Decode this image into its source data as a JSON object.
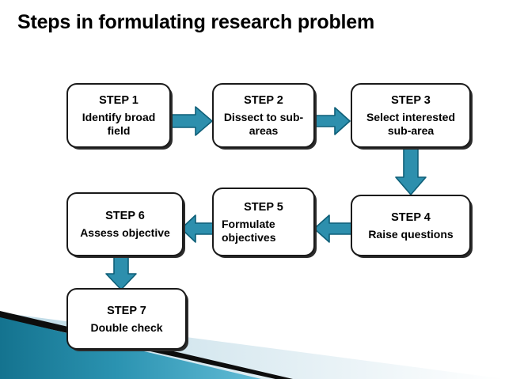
{
  "slide": {
    "title": "Steps in formulating research problem",
    "background_color": "#ffffff",
    "accent_color": "#2d8fad",
    "accent_dark_color": "#1a7794",
    "accent_light_color": "#cfe4ec",
    "text_color": "#000000"
  },
  "flow": {
    "nodes": [
      {
        "id": "step1",
        "step": "STEP 1",
        "text": "Identify broad field"
      },
      {
        "id": "step2",
        "step": "STEP 2",
        "text": "Dissect to sub-areas"
      },
      {
        "id": "step3",
        "step": "STEP 3",
        "text": "Select interested sub-area"
      },
      {
        "id": "step4",
        "step": "STEP 4",
        "text": "Raise questions"
      },
      {
        "id": "step5",
        "step": "STEP 5",
        "text": "Formulate objectives"
      },
      {
        "id": "step6",
        "step": "STEP 6",
        "text": "Assess objective"
      },
      {
        "id": "step7",
        "step": "STEP 7",
        "text": "Double check"
      }
    ],
    "connectors": [
      {
        "from": "step1",
        "to": "step2",
        "direction": "right"
      },
      {
        "from": "step2",
        "to": "step3",
        "direction": "right"
      },
      {
        "from": "step3",
        "to": "step4",
        "direction": "down"
      },
      {
        "from": "step4",
        "to": "step5",
        "direction": "left"
      },
      {
        "from": "step5",
        "to": "step6",
        "direction": "left"
      },
      {
        "from": "step6",
        "to": "step7",
        "direction": "down"
      }
    ]
  }
}
